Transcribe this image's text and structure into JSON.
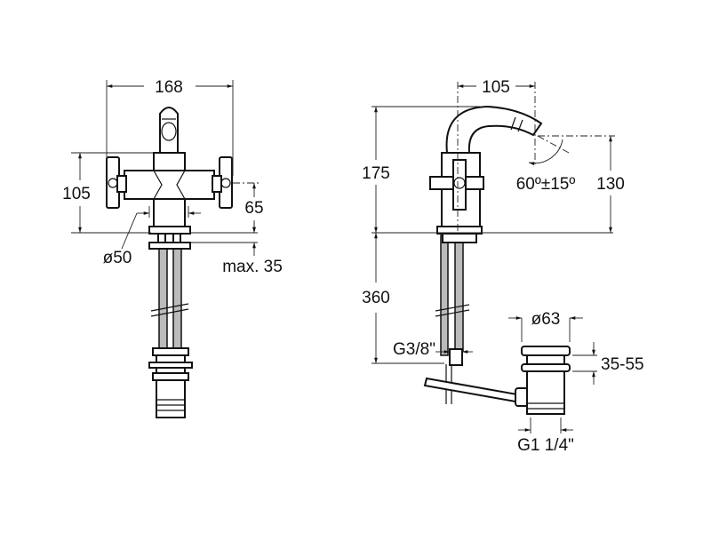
{
  "front_view": {
    "width_label": "168",
    "height_label": "105",
    "handle_height_label": "65",
    "diameter_label": "ø50",
    "thickness_label": "max. 35"
  },
  "side_view": {
    "reach_label": "105",
    "height_label": "175",
    "outlet_height_label": "130",
    "angle_label": "60º±15º",
    "hose_length_label": "360",
    "hose_thread_label": "G3/8\"",
    "waste_diameter_label": "ø63",
    "waste_range_label": "35-55",
    "waste_thread_label": "G1 1/4\""
  },
  "colors": {
    "line": "#111111",
    "background": "#ffffff"
  }
}
